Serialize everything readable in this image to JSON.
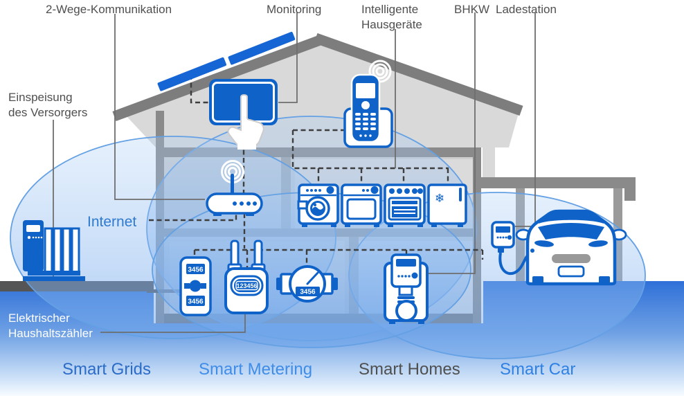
{
  "callouts": {
    "two_way": "2-Wege-Kommunikation",
    "monitoring": "Monitoring",
    "smart_appliances_1": "Intelligente",
    "smart_appliances_2": "Hausgeräte",
    "bhkw": "BHKW",
    "charging_station": "Ladestation",
    "feed_in_1": "Einspeisung",
    "feed_in_2": "des Versorgers",
    "internet": "Internet",
    "household_meter_1": "Elektrischer",
    "household_meter_2": "Haushaltszähler"
  },
  "zones": {
    "smart_grids": "Smart Grids",
    "smart_metering": "Smart Metering",
    "smart_homes": "Smart Homes",
    "smart_car": "Smart Car"
  },
  "meter_readings": {
    "smart_display_top": "3456",
    "smart_display_bottom": "3456",
    "household_meter": "123456",
    "analog_meter": "3456"
  },
  "icons": {
    "fridge_glyph": "❄"
  },
  "colors": {
    "icon_blue": "#0e62c8",
    "solar_panel_blue": "#1565d4",
    "structure_gray": "#7d7d7d",
    "callout_text": "#4f4f4f",
    "internet_text": "#2e7ad1",
    "zone_smart_grids": "#2b6cc8",
    "zone_smart_metering": "#3f8de8",
    "zone_smart_homes": "#4f4f4f",
    "zone_smart_car": "#2f80e4",
    "ground_blue": "#2f70d8",
    "household_label_text": "#ffffff"
  }
}
